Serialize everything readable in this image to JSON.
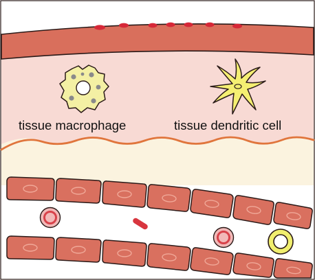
{
  "labels": {
    "macrophage": "tissue macrophage",
    "dendritic": "tissue dendritic cell"
  },
  "colors": {
    "outline": "#2a1a18",
    "surface_layer": "#d96f5c",
    "surface_edge": "#c25544",
    "epithelium_band": "#f8dad4",
    "connective_tissue": "#fbf3df",
    "basement_membrane": "#e0753c",
    "endothelial_cell": "#d9705f",
    "endothelial_nucleus": "#f0a898",
    "vessel_lumen": "#ffffff",
    "surface_particles": "#d62838",
    "red_blood_cell_outer": "#f2b9b8",
    "red_blood_cell_ring": "#d8424a",
    "platelet": "#d8363f",
    "macrophage_body": "#f4f0a4",
    "macrophage_granule": "#8a8a8a",
    "dendritic_body": "#f5ef72",
    "leukocyte_body": "#f0ee6e"
  },
  "elements": [
    "surface-particles",
    "epithelial-layer",
    "tissue-macrophage",
    "tissue-dendritic-cell",
    "basement-membrane",
    "blood-vessel",
    "red-blood-cell",
    "platelet",
    "leukocyte"
  ]
}
